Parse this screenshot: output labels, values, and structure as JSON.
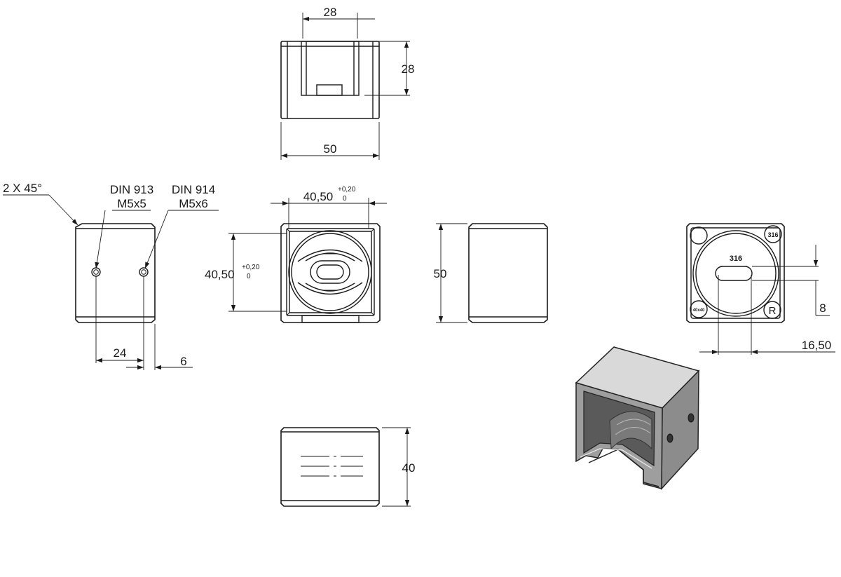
{
  "dimensions": {
    "top_inner_width": "28",
    "top_height": "28",
    "top_width": "50",
    "front_width": "40,50",
    "front_height": "40,50",
    "tolerance_upper": "+0,20",
    "tolerance_lower": "0",
    "side_height": "50",
    "bottom_height": "40",
    "hole_spacing": "24",
    "hole_offset": "6",
    "slot_height": "8",
    "slot_width": "16,50"
  },
  "callouts": {
    "chamfer": "2 X 45°",
    "hole1_standard": "DIN 913",
    "hole1_size": "M5x5",
    "hole2_standard": "DIN 914",
    "hole2_size": "M5x6"
  },
  "markings": {
    "material": "316",
    "logo_letter": "R",
    "size_tag": "40x40"
  }
}
